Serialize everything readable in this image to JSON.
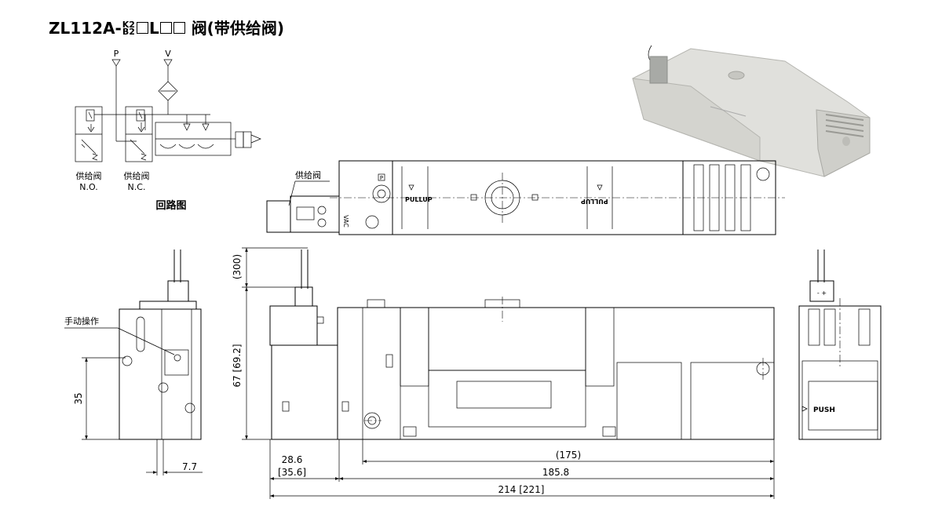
{
  "title": {
    "model": "ZL112A-",
    "superscript": "K2",
    "subscript": "B2",
    "box_letter": "L",
    "suffix": "阀(带供给阀)"
  },
  "circuit": {
    "port_p": "P",
    "port_v": "V",
    "valve_no_name": "供给阀",
    "valve_no_type": "N.O.",
    "valve_nc_name": "供给阀",
    "valve_nc_type": "N.C.",
    "caption": "回路图"
  },
  "top_view": {
    "callout": "供给阀",
    "pullup_left": "PULLUP",
    "pullup_right": "PULLUP",
    "vac_label": "VAC",
    "p_mark": "P"
  },
  "left_view": {
    "callout": "手动操作",
    "dim_height": "35",
    "dim_offset": "7.7"
  },
  "front_view": {
    "dim_cable": "(300)",
    "dim_height": "67 [69.2]",
    "dim_end_a": "28.6",
    "dim_end_b": "[35.6]",
    "dim_175": "(175)",
    "dim_185": "185.8",
    "dim_total": "214 [221]"
  },
  "right_view": {
    "push_label": "PUSH",
    "polarity": "- +"
  },
  "colors": {
    "line": "#000000",
    "body_fill": "#ececec",
    "photo_body": "#e0e0dc"
  }
}
